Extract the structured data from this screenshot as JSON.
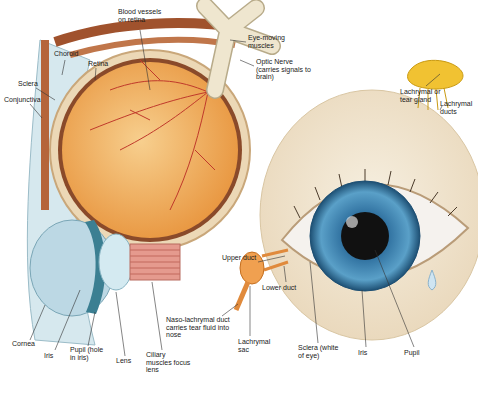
{
  "diagram": {
    "labels": [
      "Blood vessels on retina",
      "Eye-moving muscles",
      "Optic Nerve (carries signals to brain)",
      "Choroid",
      "Retina",
      "Sclera",
      "Conjunctiva",
      "Lachrymal or tear gland",
      "Lachrymal ducts",
      "Upper duct",
      "Lower duct",
      "Naso-lachrymal duct carries tear fluid into nose",
      "Lachrymal sac",
      "Sclera (white of eye)",
      "Iris",
      "Pupil",
      "Cornea",
      "Iris",
      "Pupil (hole in iris)",
      "Lens",
      "Ciliary muscles focus lens"
    ]
  }
}
